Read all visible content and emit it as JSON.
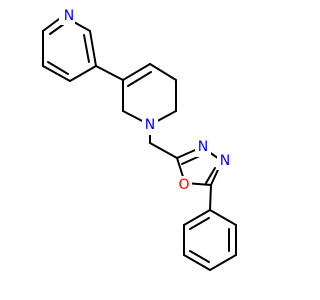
{
  "molecule": {
    "atom_labels": {
      "pyridine_n": "N",
      "piperidine_n": "N",
      "oxadiazole_n3": "N",
      "oxadiazole_n4": "N",
      "oxadiazole_o": "O"
    },
    "colors": {
      "bond": "#000000",
      "nitrogen": "#0000ff",
      "oxygen": "#ff0000",
      "background": "#ffffff"
    }
  }
}
